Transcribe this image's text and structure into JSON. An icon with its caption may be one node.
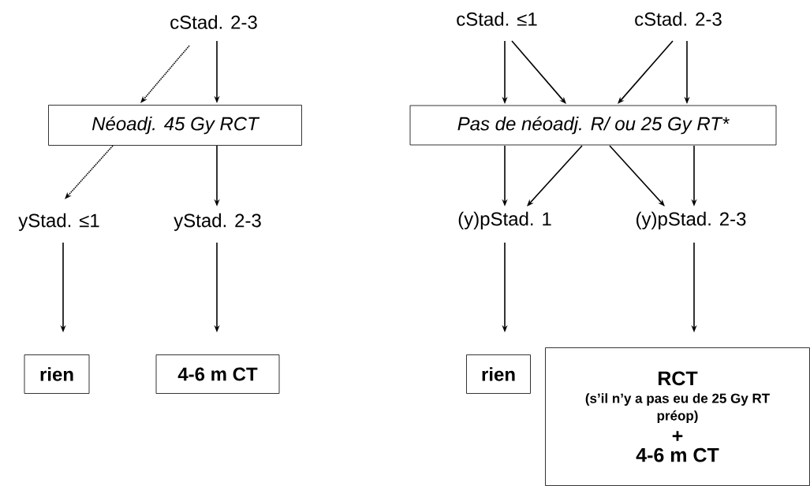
{
  "diagram": {
    "nodes": [
      {
        "text": [
          "cStad. 2-3"
        ]
      },
      {
        "text": [
          "Néoadj. 45 Gy RCT"
        ]
      },
      {
        "text": [
          "yStad. ≤1"
        ]
      },
      {
        "text": [
          "yStad. 2-3"
        ]
      },
      {
        "text": [
          "rien"
        ]
      },
      {
        "text": [
          "4-6 m CT"
        ]
      },
      {
        "text": [
          "cStad. ≤1"
        ]
      },
      {
        "text": [
          "cStad. 2-3"
        ]
      },
      {
        "text": [
          "Pas de néoadj. R/ ou 25 Gy RT*"
        ]
      },
      {
        "text": [
          "(y)pStad. 1"
        ]
      },
      {
        "text": [
          "(y)pStad. 2-3"
        ]
      },
      {
        "text": [
          "rien"
        ]
      },
      {
        "text": [
          "RCT",
          "(s’il n’y a pas eu de 25 Gy RT préop)",
          "+",
          "4-6 m CT"
        ]
      }
    ],
    "edges": [
      {
        "from": 0,
        "to": 1,
        "arrow": "to",
        "style": "dashed"
      },
      {
        "from": 0,
        "to": 1,
        "arrow": "to"
      },
      {
        "from": 1,
        "to": 2,
        "arrow": "to",
        "style": "dashed"
      },
      {
        "from": 1,
        "to": 3,
        "arrow": "to"
      },
      {
        "from": 2,
        "to": 4,
        "arrow": "to"
      },
      {
        "from": 3,
        "to": 5,
        "arrow": "to"
      },
      {
        "from": 6,
        "to": 8,
        "arrow": "to"
      },
      {
        "from": 6,
        "to": 8,
        "arrow": "to"
      },
      {
        "from": 7,
        "to": 8,
        "arrow": "to"
      },
      {
        "from": 7,
        "to": 8,
        "arrow": "to"
      },
      {
        "from": 8,
        "to": 9,
        "arrow": "to"
      },
      {
        "from": 8,
        "to": 9,
        "arrow": "to"
      },
      {
        "from": 8,
        "to": 10,
        "arrow": "to"
      },
      {
        "from": 8,
        "to": 10,
        "arrow": "to"
      },
      {
        "from": 9,
        "to": 11,
        "arrow": "to"
      },
      {
        "from": 10,
        "to": 12,
        "arrow": "to"
      }
    ]
  }
}
